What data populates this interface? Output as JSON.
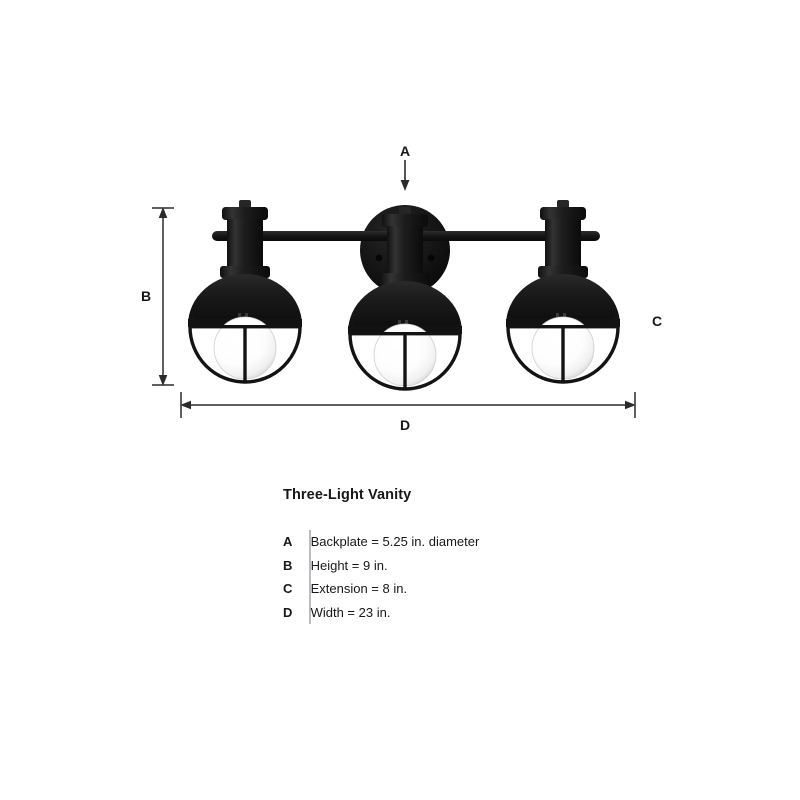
{
  "background_color": "#ffffff",
  "fixture": {
    "name": "three-light-vanity",
    "finish_color": "#141414",
    "glass_color": "#ffffff",
    "head_count": 3
  },
  "dimension_markers": [
    {
      "id": "A",
      "label": "A",
      "target": "backplate",
      "style": "arrow-down"
    },
    {
      "id": "B",
      "label": "B",
      "target": "height",
      "style": "vertical-dimension-line"
    },
    {
      "id": "C",
      "label": "C",
      "target": "extension",
      "style": "plain-label"
    },
    {
      "id": "D",
      "label": "D",
      "target": "width",
      "style": "horizontal-dimension-line"
    }
  ],
  "legend": {
    "title": "Three-Light Vanity",
    "divider_color": "#b9bcc0",
    "rows": [
      {
        "key": "A",
        "value": "Backplate = 5.25 in. diameter"
      },
      {
        "key": "B",
        "value": "Height = 9 in."
      },
      {
        "key": "C",
        "value": "Extension = 8 in."
      },
      {
        "key": "D",
        "value": "Width = 23 in."
      }
    ]
  }
}
